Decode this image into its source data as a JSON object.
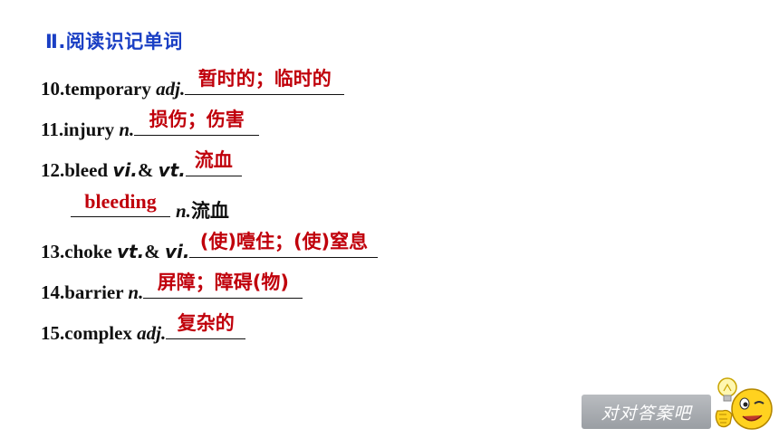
{
  "section": {
    "title": "Ⅱ.阅读识记单词"
  },
  "items": [
    {
      "prefix": "10.temporary ",
      "pos": "adj.",
      "answer": "暂时的；临时的"
    },
    {
      "prefix": "11.injury ",
      "pos": "n.",
      "answer": "损伤；伤害"
    },
    {
      "prefix": "12.bleed ",
      "pos1": "vi.",
      "mid": "& ",
      "pos2": "vt.",
      "answer": "流血"
    },
    {
      "answer": "bleeding",
      "pos": "n.",
      "suffix": "流血"
    },
    {
      "prefix": "13.choke ",
      "pos1": "vt.",
      "mid": "& ",
      "pos2": "vi.",
      "answer": "(使)噎住；(使)窒息"
    },
    {
      "prefix": "14.barrier ",
      "pos": "n.",
      "answer": "屏障；障碍(物)"
    },
    {
      "prefix": "15.complex ",
      "pos": "adj.",
      "answer": "复杂的"
    }
  ],
  "check_button": {
    "label": "对对答案吧"
  },
  "icons": {
    "mascot": "smiley-lightbulb-icon"
  },
  "colors": {
    "title": "#1a3fc4",
    "answer": "#c0000b",
    "button": "#a7abaf"
  }
}
